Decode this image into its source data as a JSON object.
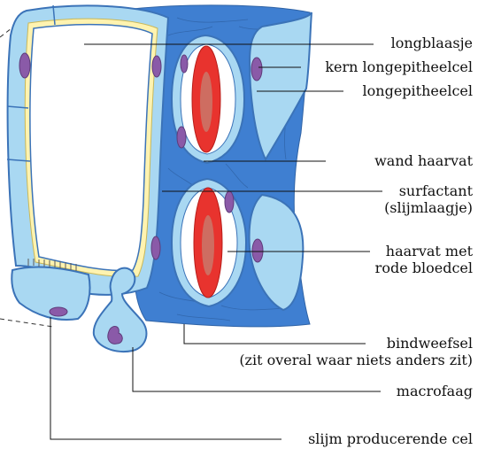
{
  "labels": {
    "longblaasje": "longblaasje",
    "kern_longepitheelcel": "kern longepitheelcel",
    "longepitheelcel": "longepitheelcel",
    "wand_haarvat": "wand haarvat",
    "surfactant_1": "surfactant",
    "surfactant_2": "(slijmlaagje)",
    "haarvat_1": "haarvat met",
    "haarvat_2": "rode bloedcel",
    "bindweefsel_1": "bindweefsel",
    "bindweefsel_2": "(zit overal waar niets anders zit)",
    "macrofaag": "macrofaag",
    "slijm_cel": "slijm producerende cel"
  },
  "colors": {
    "connective_tissue": "#3f7fd1",
    "cell_light_blue": "#a9d8f2",
    "cell_outline": "#3b73b8",
    "surfactant": "#fff3b0",
    "nucleus": "#8a5aa8",
    "red_blood_cell": "#e8332e",
    "rbc_center": "#c9786a"
  }
}
